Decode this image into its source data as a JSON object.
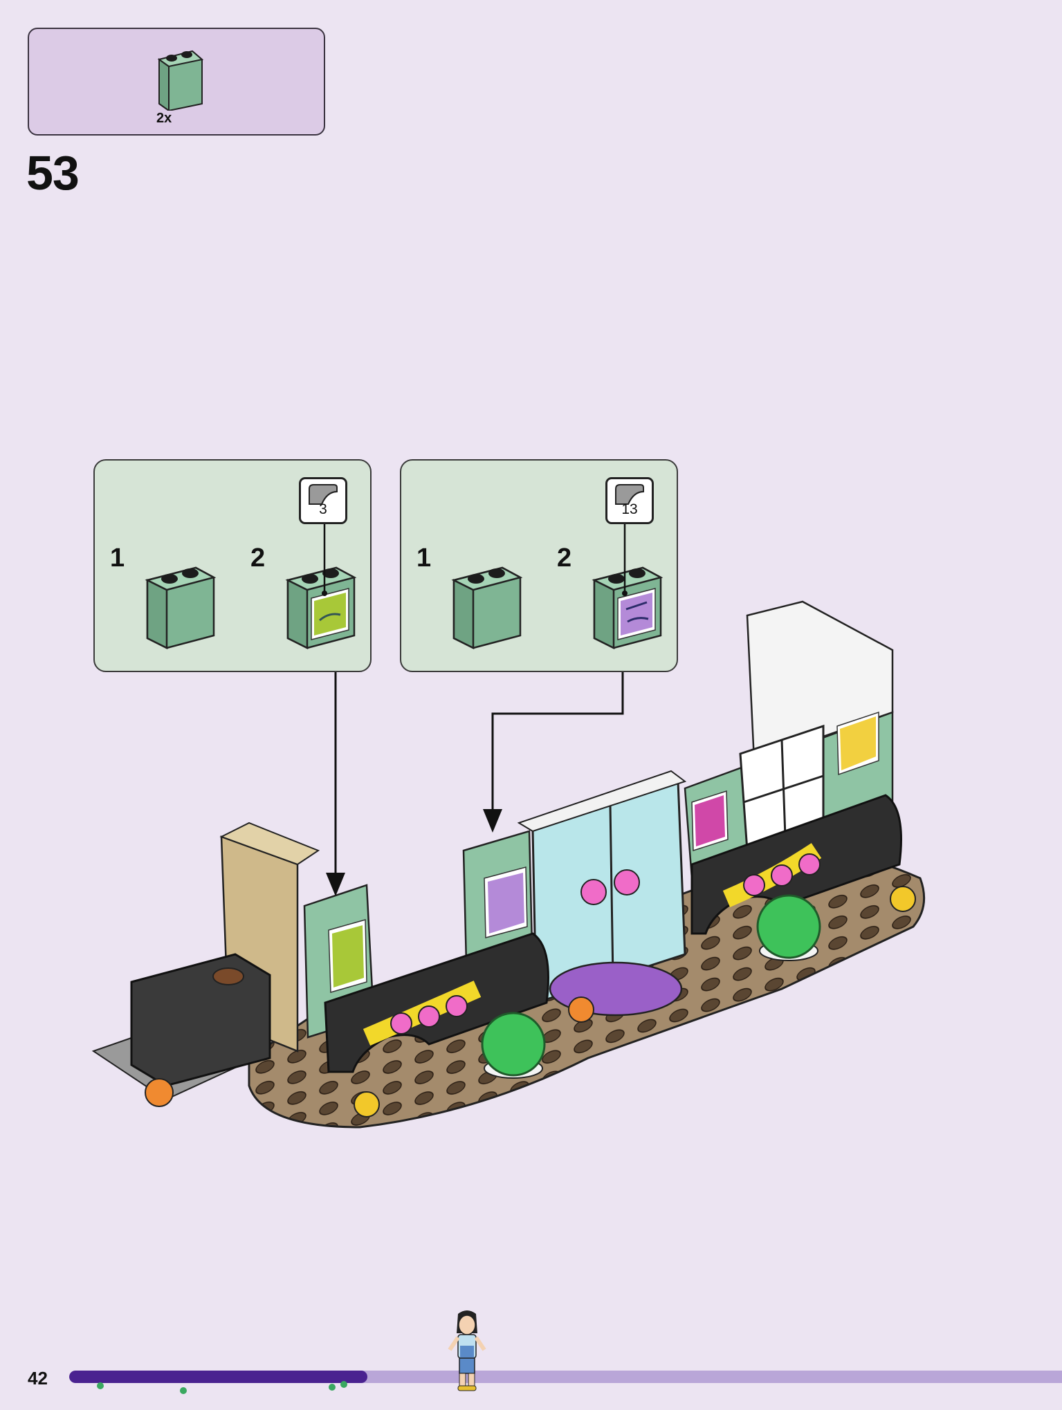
{
  "parts_callout": {
    "quantity": "2x",
    "part_color": "#8fc4a4"
  },
  "step": {
    "number": "53"
  },
  "sub_assemblies": [
    {
      "step1_label": "1",
      "step2_label": "2",
      "sticker_number": "3",
      "sticker_color": "#a8c838"
    },
    {
      "step1_label": "1",
      "step2_label": "2",
      "sticker_number": "13",
      "sticker_color": "#b48ad8"
    }
  ],
  "footer": {
    "page_number": "42",
    "progress": 0.3
  },
  "colors": {
    "background": "#ece4f2",
    "parts_box": "#dccbe6",
    "sub_panel": "#d6e4d6",
    "progress_fill": "#4a2290",
    "progress_track": "#b9a6d8",
    "brick_green": "#8fc4a4"
  }
}
